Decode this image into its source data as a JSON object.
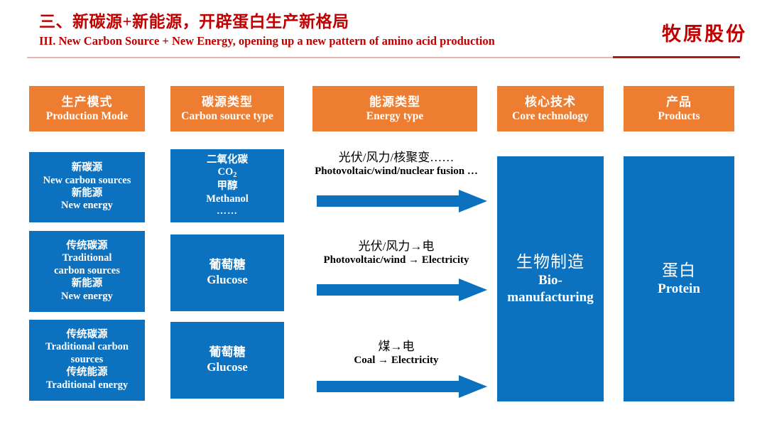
{
  "header": {
    "title_cn": "三、新碳源+新能源，开辟蛋白生产新格局",
    "title_en": "III. New Carbon Source + New Energy, opening up a new pattern of amino acid production",
    "brand": "牧原股份",
    "title_color": "#c00000",
    "rule_color": "#e3b7b4",
    "rule_accent_color": "#b01c19"
  },
  "colors": {
    "header_box": "#ed7d31",
    "content_box": "#0c71bf",
    "arrow": "#0c71bf",
    "text_on_box": "#ffffff",
    "label_text": "#000000"
  },
  "columns": [
    {
      "cn": "生产模式",
      "en": "Production Mode"
    },
    {
      "cn": "碳源类型",
      "en": "Carbon source type"
    },
    {
      "cn": "能源类型",
      "en": "Energy type"
    },
    {
      "cn": "核心技术",
      "en": "Core technology"
    },
    {
      "cn": "产品",
      "en": "Products"
    }
  ],
  "production_mode": [
    {
      "l1": "新碳源",
      "l2": "New carbon sources",
      "l3": "新能源",
      "l4": "New energy"
    },
    {
      "l1": "传统碳源",
      "l2": "Traditional",
      "l3": "carbon sources",
      "l4": "新能源",
      "l5": "New energy"
    },
    {
      "l1": "传统碳源",
      "l2": "Traditional carbon",
      "l3": "sources",
      "l4": "传统能源",
      "l5": "Traditional energy"
    }
  ],
  "carbon_source": [
    {
      "l1": "二氧化碳",
      "l2": "CO",
      "l2_sub": "2",
      "l3": "甲醇",
      "l4": "Methanol",
      "l5": "……"
    },
    {
      "l1": "葡萄糖",
      "l2": "Glucose"
    },
    {
      "l1": "葡萄糖",
      "l2": "Glucose"
    }
  ],
  "energy_type": [
    {
      "cn": "光伏/风力/核聚变……",
      "en": "Photovoltaic/wind/nuclear fusion …",
      "arrow": "arrow-right"
    },
    {
      "cn": "光伏/风力→电",
      "en": "Photovoltaic/wind → Electricity",
      "arrow": "arrow-right"
    },
    {
      "cn": "煤→电",
      "en": "Coal → Electricity",
      "arrow": "arrow-right"
    }
  ],
  "core_technology": {
    "cn": "生物制造",
    "en_line1": "Bio-",
    "en_line2": "manufacturing"
  },
  "products": {
    "cn": "蛋白",
    "en": "Protein"
  }
}
